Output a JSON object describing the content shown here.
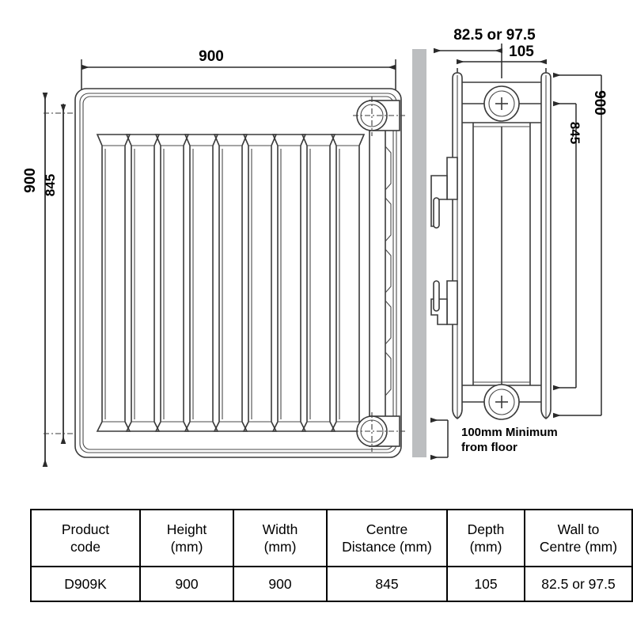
{
  "drawing": {
    "front_view": {
      "name": "front-elevation",
      "top_dim_label": "900",
      "left_outer_dim_label": "900",
      "left_inner_dim_label": "845",
      "fin_count": 9,
      "valve_count": 2
    },
    "side_view": {
      "name": "side-elevation",
      "depth_dim_label": "105",
      "wall_to_centre_dim_label": "82.5 or 97.5",
      "height_dim_label": "900",
      "centre_distance_dim_label": "845",
      "floor_note_line1": "100mm Minimum",
      "floor_note_line2": "from floor",
      "wall_color": "#bcbec0",
      "bracket_count": 2,
      "valve_count": 2
    },
    "line_color": "#3a3a3a",
    "dimension_color": "#2b2b2b"
  },
  "spec_table": {
    "headers": [
      {
        "line1": "Product",
        "line2": "code"
      },
      {
        "line1": "Height",
        "line2": "(mm)"
      },
      {
        "line1": "Width",
        "line2": "(mm)"
      },
      {
        "line1": "Centre",
        "line2": "Distance (mm)"
      },
      {
        "line1": "Depth",
        "line2": "(mm)"
      },
      {
        "line1": "Wall to",
        "line2": "Centre (mm)"
      }
    ],
    "rows": [
      {
        "product_code": "D909K",
        "height": "900",
        "width": "900",
        "centre_distance": "845",
        "depth": "105",
        "wall_to_centre": "82.5 or 97.5"
      }
    ]
  }
}
